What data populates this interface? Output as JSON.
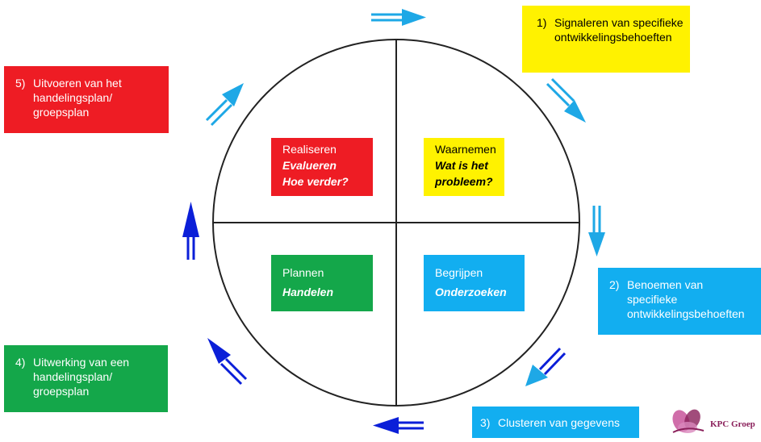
{
  "steps": [
    {
      "num": "1)",
      "text": "Signaleren van specifieke ontwikkelingsbehoeften",
      "color": "#fff200"
    },
    {
      "num": "2)",
      "text": "Benoemen van specifieke ontwikkelingsbehoeften",
      "color": "#12aef0"
    },
    {
      "num": "3)",
      "text": "Clusteren van gegevens",
      "color": "#12aef0"
    },
    {
      "num": "4)",
      "text": "Uitwerking van een handelingsplan/ groepsplan",
      "color": "#14a74a"
    },
    {
      "num": "5)",
      "text": "Uitvoeren van het handelingsplan/ groepsplan",
      "color": "#ee1c24"
    }
  ],
  "quadrants": {
    "realiseren": {
      "title": "Realiseren",
      "sub1": "Evalueren",
      "sub2": "Hoe verder?",
      "color": "#ee1c24"
    },
    "waarnemen": {
      "title": "Waarnemen",
      "sub1": "Wat is het",
      "sub2": "probleem?",
      "color": "#fff200"
    },
    "plannen": {
      "title": "Plannen",
      "sub1": "Handelen",
      "color": "#14a74a"
    },
    "begrijpen": {
      "title": "Begrijpen",
      "sub1": "Onderzoeken",
      "color": "#12aef0"
    }
  },
  "colors": {
    "arrow_light": "#1ea8e6",
    "arrow_dark": "#0b1fd8"
  },
  "logo": {
    "text": "KPC Groep",
    "icon": "kpc-flower-logo"
  }
}
